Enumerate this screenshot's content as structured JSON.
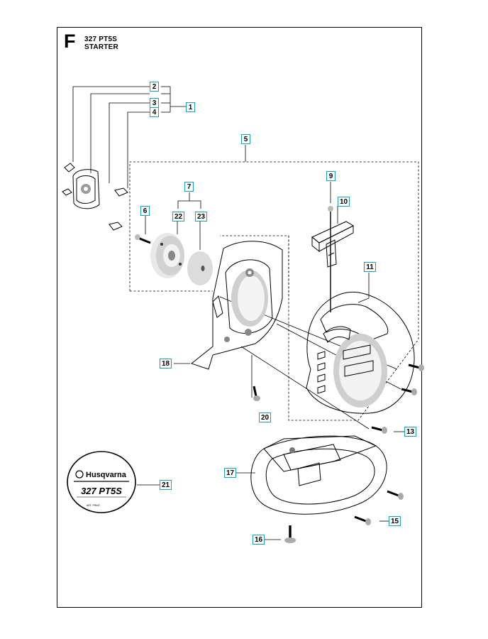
{
  "header": {
    "section_letter": "F",
    "model": "327 PT5S",
    "assembly": "STARTER"
  },
  "callouts": [
    "1",
    "2",
    "3",
    "4",
    "5",
    "6",
    "7",
    "9",
    "10",
    "11",
    "13",
    "15",
    "16",
    "17",
    "18",
    "20",
    "21",
    "22",
    "23"
  ],
  "decal": {
    "brand": "Husqvarna",
    "model": "327 PT5S",
    "small_print": "ART. PRINT."
  },
  "colors": {
    "callout_border": "#1aa0c4",
    "line": "#000000"
  }
}
